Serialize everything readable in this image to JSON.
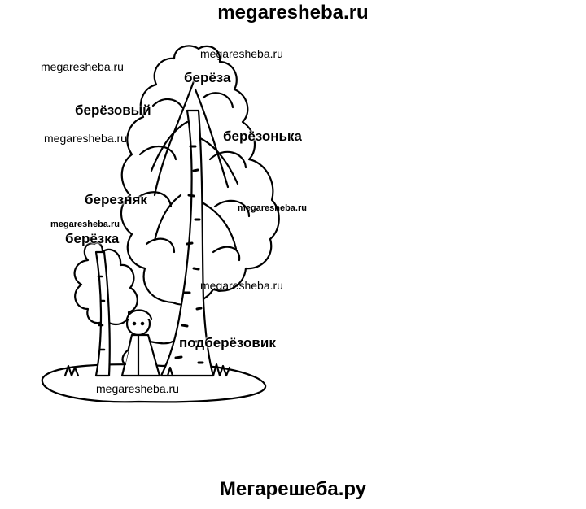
{
  "header": {
    "site_title": "megaresheba.ru"
  },
  "footer": {
    "site_title": "Мегарешеба.ру"
  },
  "watermarks": [
    "megaresheba.ru",
    "megaresheba.ru",
    "megaresheba.ru",
    "megaresheba.ru",
    "megaresheba.ru",
    "megaresheba.ru",
    "megaresheba.ru"
  ],
  "illustration": {
    "subject": "birch-tree-with-girl-icon",
    "words": {
      "bereza": "берёза",
      "berezovyy": "берёзовый",
      "berezonka": "берёзонька",
      "bereznyak": "березняк",
      "berezka": "берёзка",
      "podberezovik": "подберёзовик"
    }
  }
}
